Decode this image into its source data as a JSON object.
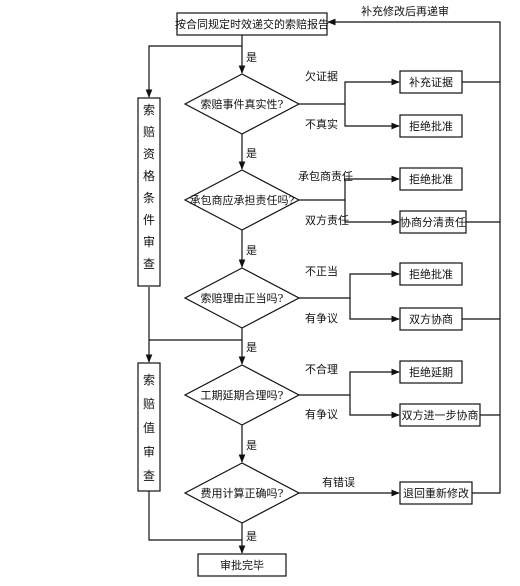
{
  "start_box": "按合同规定时效递交的索赔报告",
  "resubmit_label": "补充修改后再递审",
  "side_qualification": "索赔资格条件审查",
  "side_value": "索赔值审查",
  "decisions": [
    {
      "question": "索赔事件真实性?",
      "yes": "是",
      "branch_top": "欠证据",
      "branch_bottom": "不真实",
      "box_top": "补充证据",
      "box_bottom": "拒绝批准"
    },
    {
      "question": "承包商应承担责任吗?",
      "yes": "是",
      "branch_top": "承包商责任",
      "branch_bottom": "双方责任",
      "box_top": "拒绝批准",
      "box_bottom": "协商分清责任"
    },
    {
      "question": "索赔理由正当吗?",
      "yes": "是",
      "branch_top": "不正当",
      "branch_bottom": "有争议",
      "box_top": "拒绝批准",
      "box_bottom": "双方协商"
    },
    {
      "question": "工期延期合理吗?",
      "yes": "是",
      "branch_top": "不合理",
      "branch_bottom": "有争议",
      "box_top": "拒绝延期",
      "box_bottom": "双方进一步协商"
    },
    {
      "question": "费用计算正确吗?",
      "yes": "是",
      "branch_single": "有错误",
      "box_single": "退回重新修改"
    }
  ],
  "end_box": "审批完毕"
}
